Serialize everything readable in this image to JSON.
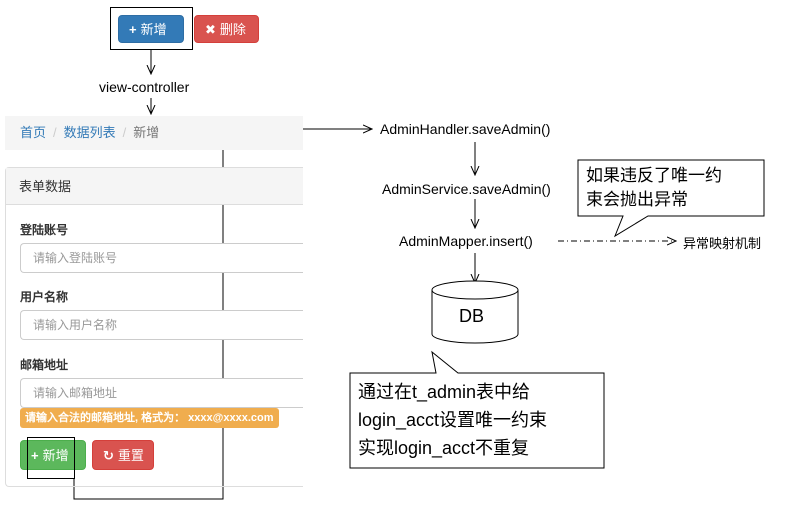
{
  "top_buttons": {
    "add_icon": "+",
    "add_label": "新增",
    "delete_icon": "✖",
    "delete_label": "删除"
  },
  "view_controller": "view-controller",
  "breadcrumb": {
    "home": "首页",
    "list": "数据列表",
    "current": "新增",
    "separator": "/"
  },
  "form": {
    "panel_title": "表单数据",
    "account_label": "登陆账号",
    "account_placeholder": "请输入登陆账号",
    "username_label": "用户名称",
    "username_placeholder": "请输入用户名称",
    "email_label": "邮箱地址",
    "email_placeholder": "请输入邮箱地址",
    "email_warning": "请输入合法的邮箱地址, 格式为： xxxx@xxxx.com",
    "add_icon": "+",
    "add_label": "新增",
    "reset_icon": "↻",
    "reset_label": "重置"
  },
  "flow": {
    "handler": "AdminHandler.saveAdmin()",
    "service": "AdminService.saveAdmin()",
    "mapper": "AdminMapper.insert()",
    "exception": "异常映射机制",
    "db": "DB"
  },
  "callouts": {
    "unique_line1": "如果违反了唯一约",
    "unique_line2": "束会抛出异常",
    "note_line1": "通过在t_admin表中给",
    "note_line2": "login_acct设置唯一约束",
    "note_line3": "实现login_acct不重复"
  },
  "colors": {
    "primary": "#337ab7",
    "danger": "#d9534f",
    "success": "#5cb85c",
    "warning": "#f0ad4e"
  }
}
